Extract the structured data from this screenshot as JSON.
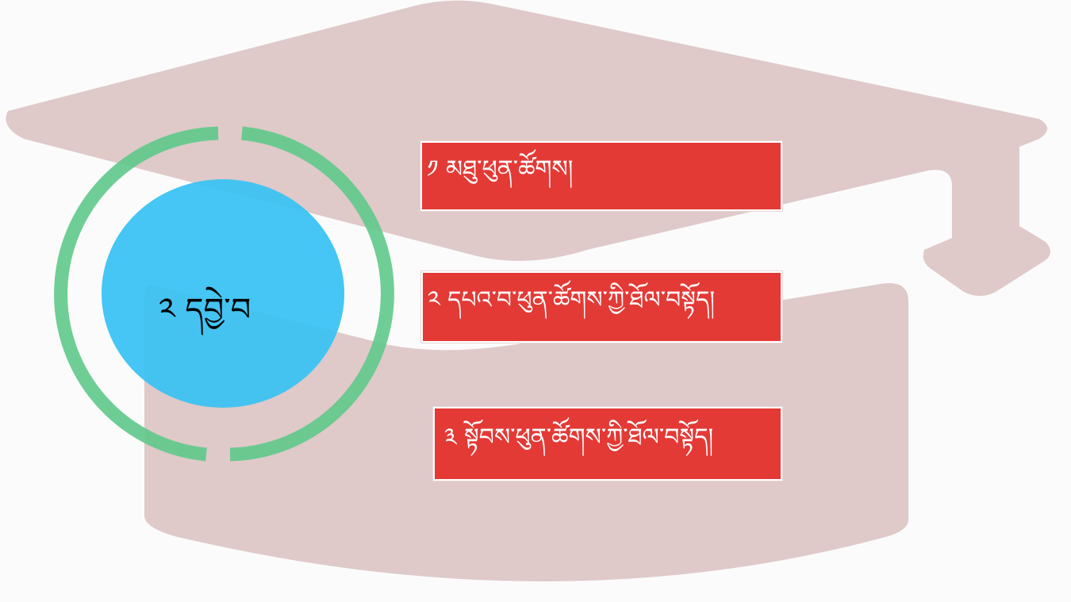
{
  "center": {
    "label": "༢ དབྱེ་བ"
  },
  "items": [
    {
      "label": "༡ མཐུ་ཕུན་ཚོགས།"
    },
    {
      "label": "༢ དཔའ་བ་ཕུན་ཚོགས་ཀྱི་ཐོལ་བསྟོད།"
    },
    {
      "label": "༣ སྟོབས་ཕུན་ཚོགས་ཀྱི་ཐོལ་བསྟོད།"
    }
  ],
  "colors": {
    "cap": "#dfc9c9",
    "ring": "#5fc98a",
    "circle": "#3bc3f3",
    "box": "#e33a36"
  }
}
